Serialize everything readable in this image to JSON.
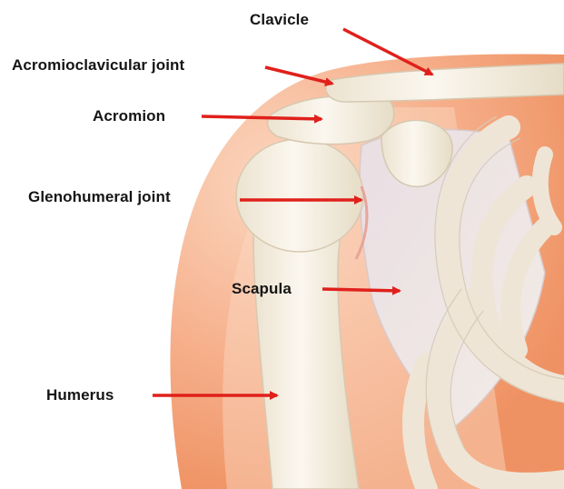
{
  "labels": {
    "clavicle": "Clavicle",
    "acromioclavicular_joint": "Acromioclavicular joint",
    "acromion": "Acromion",
    "glenohumeral_joint": "Glenohumeral joint",
    "scapula": "Scapula",
    "humerus": "Humerus"
  },
  "colors": {
    "arrow": "#e0201b",
    "skin": "#f2a27d",
    "bone": "#f7f0e2"
  }
}
